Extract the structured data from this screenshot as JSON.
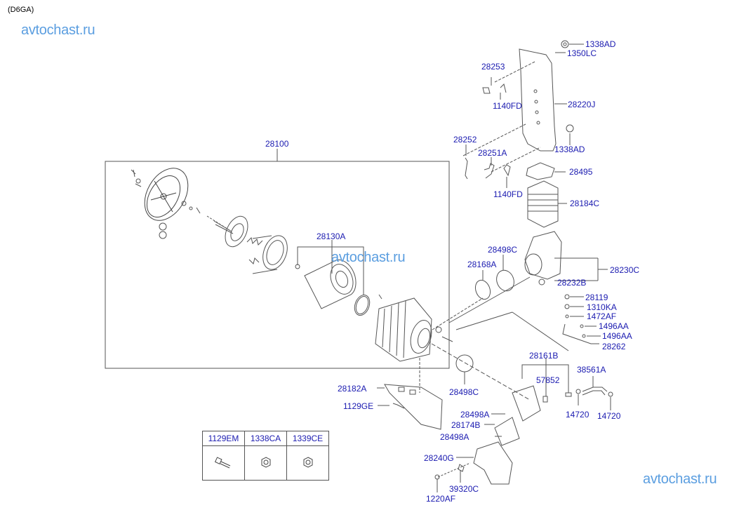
{
  "title": "(D6GA)",
  "watermarks": [
    "avtochast.ru",
    "avtochast.ru",
    "avtochast.ru"
  ],
  "colors": {
    "label": "#1a1ab0",
    "watermark": "#5b9ee0",
    "line": "#555555"
  },
  "assembly": {
    "label": "28100"
  },
  "labels": [
    {
      "id": "1338AD-top",
      "text": "1338AD"
    },
    {
      "id": "1350LC",
      "text": "1350LC"
    },
    {
      "id": "28253",
      "text": "28253"
    },
    {
      "id": "1140FD-top",
      "text": "1140FD"
    },
    {
      "id": "28220J",
      "text": "28220J"
    },
    {
      "id": "28252",
      "text": "28252"
    },
    {
      "id": "28251A",
      "text": "28251A"
    },
    {
      "id": "1338AD-bottom",
      "text": "1338AD"
    },
    {
      "id": "28495",
      "text": "28495"
    },
    {
      "id": "1140FD-bottom",
      "text": "1140FD"
    },
    {
      "id": "28184C",
      "text": "28184C"
    },
    {
      "id": "28130A",
      "text": "28130A"
    },
    {
      "id": "28498C-top",
      "text": "28498C"
    },
    {
      "id": "28168A",
      "text": "28168A"
    },
    {
      "id": "28230C",
      "text": "28230C"
    },
    {
      "id": "28232B",
      "text": "28232B"
    },
    {
      "id": "28119",
      "text": "28119"
    },
    {
      "id": "1310KA",
      "text": "1310KA"
    },
    {
      "id": "1472AF",
      "text": "1472AF"
    },
    {
      "id": "1496AA-1",
      "text": "1496AA"
    },
    {
      "id": "1496AA-2",
      "text": "1496AA"
    },
    {
      "id": "28262",
      "text": "28262"
    },
    {
      "id": "28161B",
      "text": "28161B"
    },
    {
      "id": "38561A",
      "text": "38561A"
    },
    {
      "id": "57852",
      "text": "57852"
    },
    {
      "id": "28498C-bottom",
      "text": "28498C"
    },
    {
      "id": "28182A",
      "text": "28182A"
    },
    {
      "id": "1129GE",
      "text": "1129GE"
    },
    {
      "id": "14720-1",
      "text": "14720"
    },
    {
      "id": "14720-2",
      "text": "14720"
    },
    {
      "id": "28498A-1",
      "text": "28498A"
    },
    {
      "id": "28174B",
      "text": "28174B"
    },
    {
      "id": "28498A-2",
      "text": "28498A"
    },
    {
      "id": "28240G",
      "text": "28240G"
    },
    {
      "id": "39320C",
      "text": "39320C"
    },
    {
      "id": "1220AF",
      "text": "1220AF"
    }
  ],
  "legend": {
    "columns": [
      {
        "code": "1129EM",
        "icon": "bolt-icon"
      },
      {
        "code": "1338CA",
        "icon": "nut-icon"
      },
      {
        "code": "1339CE",
        "icon": "nut-icon"
      }
    ]
  }
}
